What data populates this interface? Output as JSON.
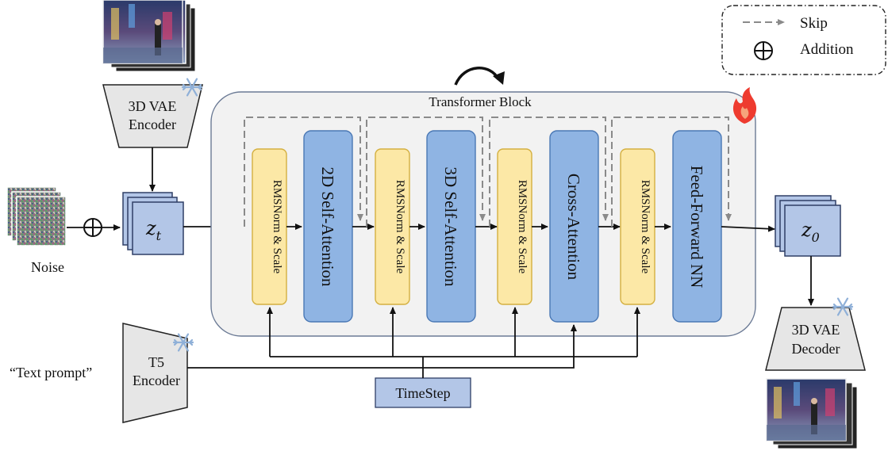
{
  "legend": {
    "skip_label": "Skip",
    "addition_label": "Addition"
  },
  "inputs": {
    "noise_label": "Noise",
    "text_prompt": "“Text prompt”"
  },
  "encoders": {
    "vae_encoder_line1": "3D VAE",
    "vae_encoder_line2": "Encoder",
    "t5_line1": "T5",
    "t5_line2": "Encoder",
    "vae_decoder_line1": "3D VAE",
    "vae_decoder_line2": "Decoder"
  },
  "latents": {
    "zt_base": "z",
    "zt_sub": "t",
    "z0_base": "z",
    "z0_sub": "0"
  },
  "transformer": {
    "title": "Transformer Block",
    "norm_label": "RMSNorm & Scale",
    "blocks": [
      "2D Self-Attention",
      "3D Self-Attention",
      "Cross-Attention",
      "Feed-Forward NN"
    ]
  },
  "timestep_label": "TimeStep",
  "colors": {
    "norm_fill": "#fce8a6",
    "norm_stroke": "#d4b040",
    "attn_fill": "#8fb4e3",
    "attn_stroke": "#4a78b5",
    "latent_fill": "#b3c6e7",
    "latent_stroke": "#2f3f66",
    "timestep_fill": "#b3c6e7",
    "panel_fill": "#f2f2f2",
    "panel_stroke": "#888888",
    "encoder_fill": "#e6e6e6",
    "skip_color": "#8a8a8a",
    "flame": "#ee3b2f"
  },
  "icons": [
    "snowflake-icon",
    "flame-icon",
    "rotate-arrow-icon",
    "plus-circle-icon"
  ]
}
